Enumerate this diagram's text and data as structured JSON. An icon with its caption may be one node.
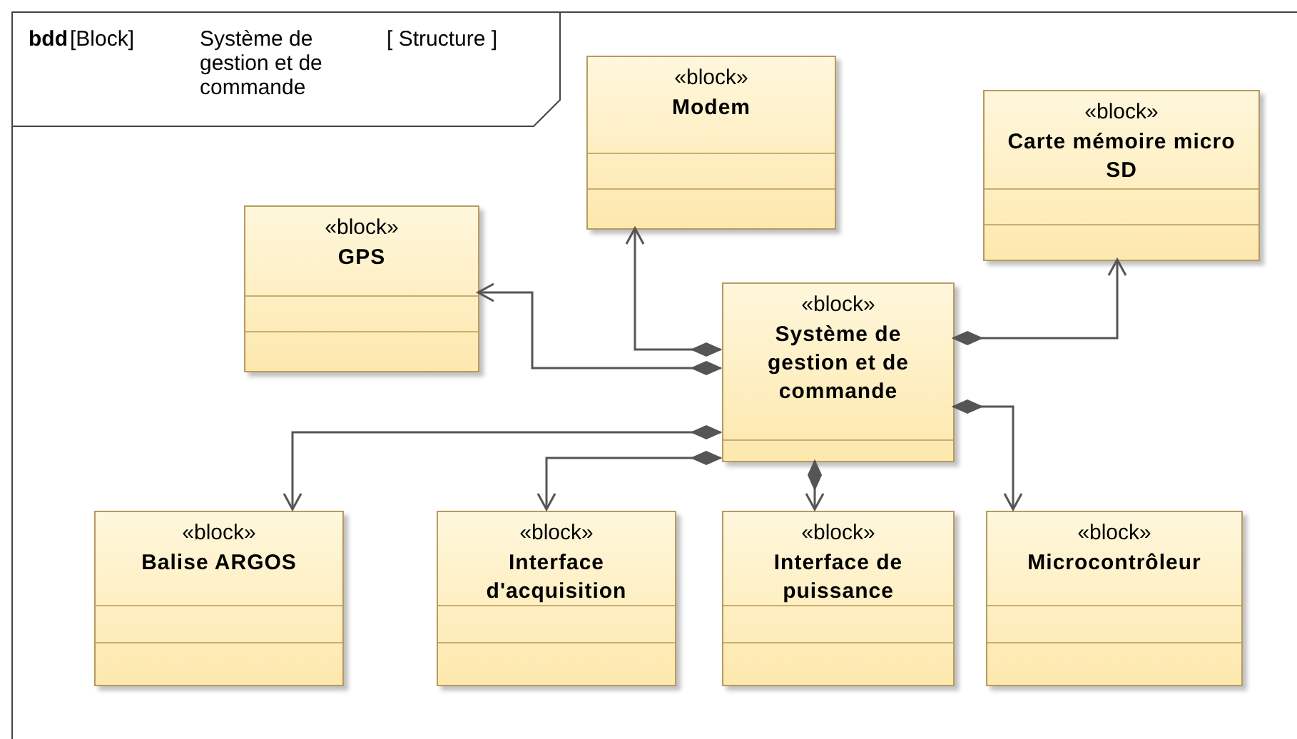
{
  "diagram": {
    "nodes": [
      {
        "text": [
          "bdd",
          "[Block]",
          "Système de gestion et de commande",
          "[ Structure ]"
        ]
      },
      {
        "text": [
          "«block»",
          "Modem"
        ],
        "in": 0
      },
      {
        "text": [
          "«block»",
          "Carte mémoire micro SD"
        ],
        "in": 0
      },
      {
        "text": [
          "«block»",
          "GPS"
        ],
        "in": 0
      },
      {
        "text": [
          "«block»",
          "Système de gestion et de commande"
        ],
        "in": 0
      },
      {
        "text": [
          "«block»",
          "Balise ARGOS"
        ],
        "in": 0
      },
      {
        "text": [
          "«block»",
          "Interface d'acquisition"
        ],
        "in": 0
      },
      {
        "text": [
          "«block»",
          "Interface de puissance"
        ],
        "in": 0
      },
      {
        "text": [
          "«block»",
          "Microcontrôleur"
        ],
        "in": 0
      }
    ],
    "edges": [
      {
        "from": 4,
        "to": 1,
        "arrow": "to"
      },
      {
        "from": 4,
        "to": 3,
        "arrow": "to"
      },
      {
        "from": 4,
        "to": 2,
        "arrow": "to"
      },
      {
        "from": 4,
        "to": 5,
        "arrow": "to"
      },
      {
        "from": 4,
        "to": 6,
        "arrow": "to"
      },
      {
        "from": 4,
        "to": 7,
        "arrow": "to"
      },
      {
        "from": 4,
        "to": 8,
        "arrow": "to"
      }
    ]
  }
}
